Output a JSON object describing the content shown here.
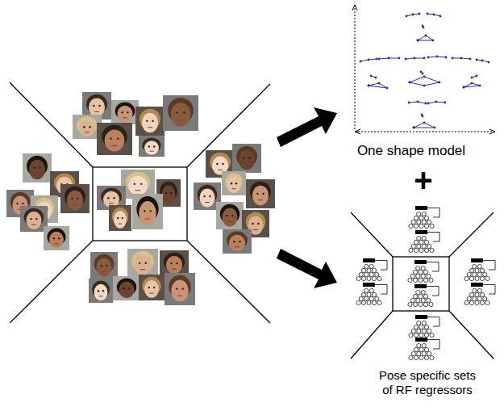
{
  "diagram": {
    "labels": [
      "One shape model",
      "+",
      "Pose specific sets of RF regressors"
    ]
  }
}
